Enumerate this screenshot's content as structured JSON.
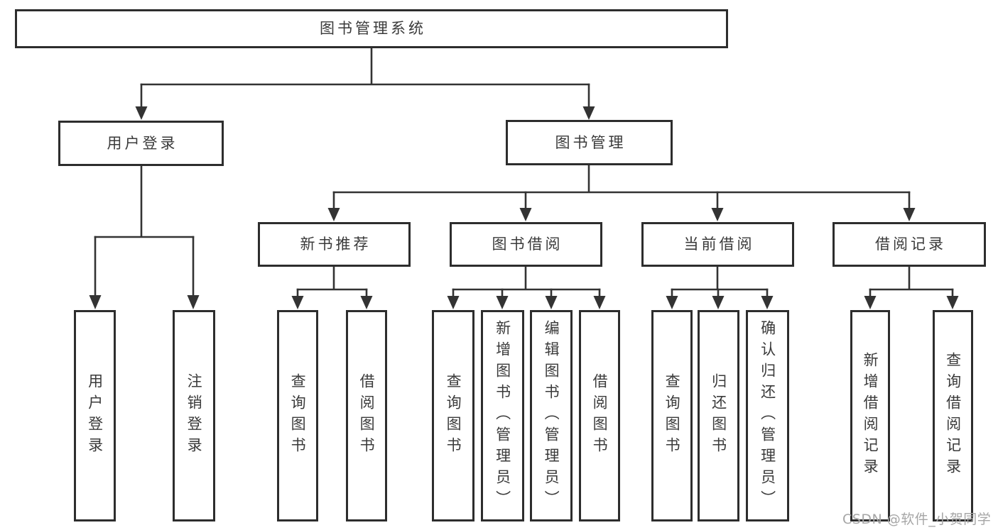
{
  "diagram": {
    "root": {
      "label": "图书管理系统"
    },
    "level2": [
      {
        "label": "用户登录"
      },
      {
        "label": "图书管理"
      }
    ],
    "level3": [
      {
        "label": "新书推荐"
      },
      {
        "label": "图书借阅"
      },
      {
        "label": "当前借阅"
      },
      {
        "label": "借阅记录"
      }
    ],
    "leaves": [
      {
        "label": "用户登录"
      },
      {
        "label": "注销登录"
      },
      {
        "label": "查询图书"
      },
      {
        "label": "借阅图书"
      },
      {
        "label": "查询图书"
      },
      {
        "label": "新增图书（管理员）"
      },
      {
        "label": "编辑图书（管理员）"
      },
      {
        "label": "借阅图书"
      },
      {
        "label": "查询图书"
      },
      {
        "label": "归还图书"
      },
      {
        "label": "确认归还（管理员）"
      },
      {
        "label": "新增借阅记录"
      },
      {
        "label": "查询借阅记录"
      }
    ]
  },
  "watermark": {
    "text": "CSDN @软件_小贺同学"
  },
  "colors": {
    "line": "#333333",
    "border": "#2d2d2d",
    "text": "#3a3a3a",
    "watermark": "#a6a6a6",
    "background": "#ffffff"
  }
}
